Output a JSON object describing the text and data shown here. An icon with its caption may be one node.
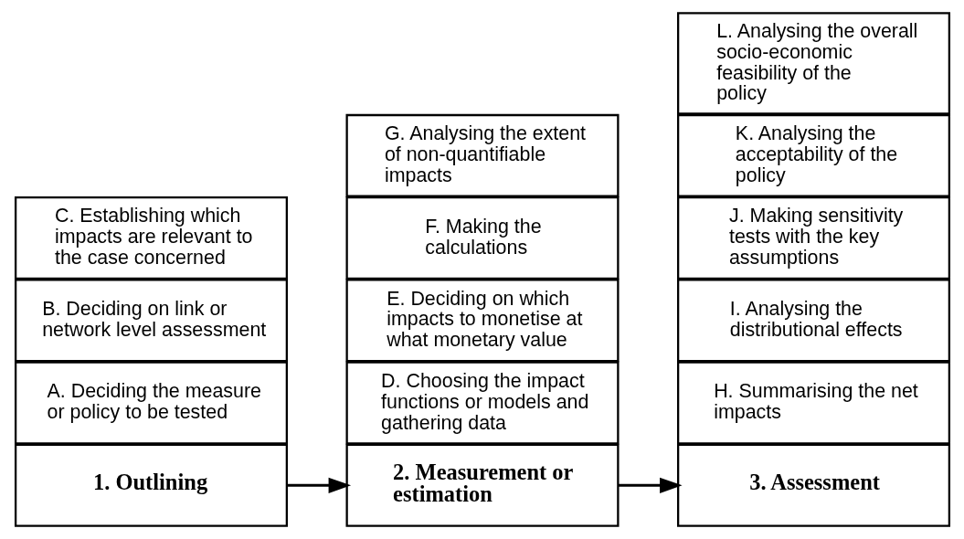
{
  "diagram": {
    "nodes": [
      {
        "text": [
          "1. Outlining"
        ]
      },
      {
        "text": [
          "A. Deciding the measure or policy to be tested"
        ]
      },
      {
        "text": [
          "B. Deciding on link or network level assessment"
        ]
      },
      {
        "text": [
          "C. Establishing which impacts are relevant to the case concerned"
        ]
      },
      {
        "text": [
          "2. Measurement or estimation"
        ]
      },
      {
        "text": [
          "D. Choosing the impact functions or models and gathering data"
        ]
      },
      {
        "text": [
          "E. Deciding on which impacts to monetise at what monetary value"
        ]
      },
      {
        "text": [
          "F. Making the calculations"
        ]
      },
      {
        "text": [
          "G. Analysing the extent of non-quantifiable impacts"
        ]
      },
      {
        "text": [
          "3. Assessment"
        ]
      },
      {
        "text": [
          "H. Summarising the net impacts"
        ]
      },
      {
        "text": [
          "I. Analysing the distributional effects"
        ]
      },
      {
        "text": [
          "J. Making sensitivity tests with the key assumptions"
        ]
      },
      {
        "text": [
          "K. Analysing the acceptability of the policy"
        ]
      },
      {
        "text": [
          "L. Analysing the overall socio-economic feasibility of the policy"
        ]
      }
    ],
    "edges": [
      {
        "from": 0,
        "to": 4,
        "arrow": "to"
      },
      {
        "from": 4,
        "to": 9,
        "arrow": "to"
      }
    ]
  }
}
